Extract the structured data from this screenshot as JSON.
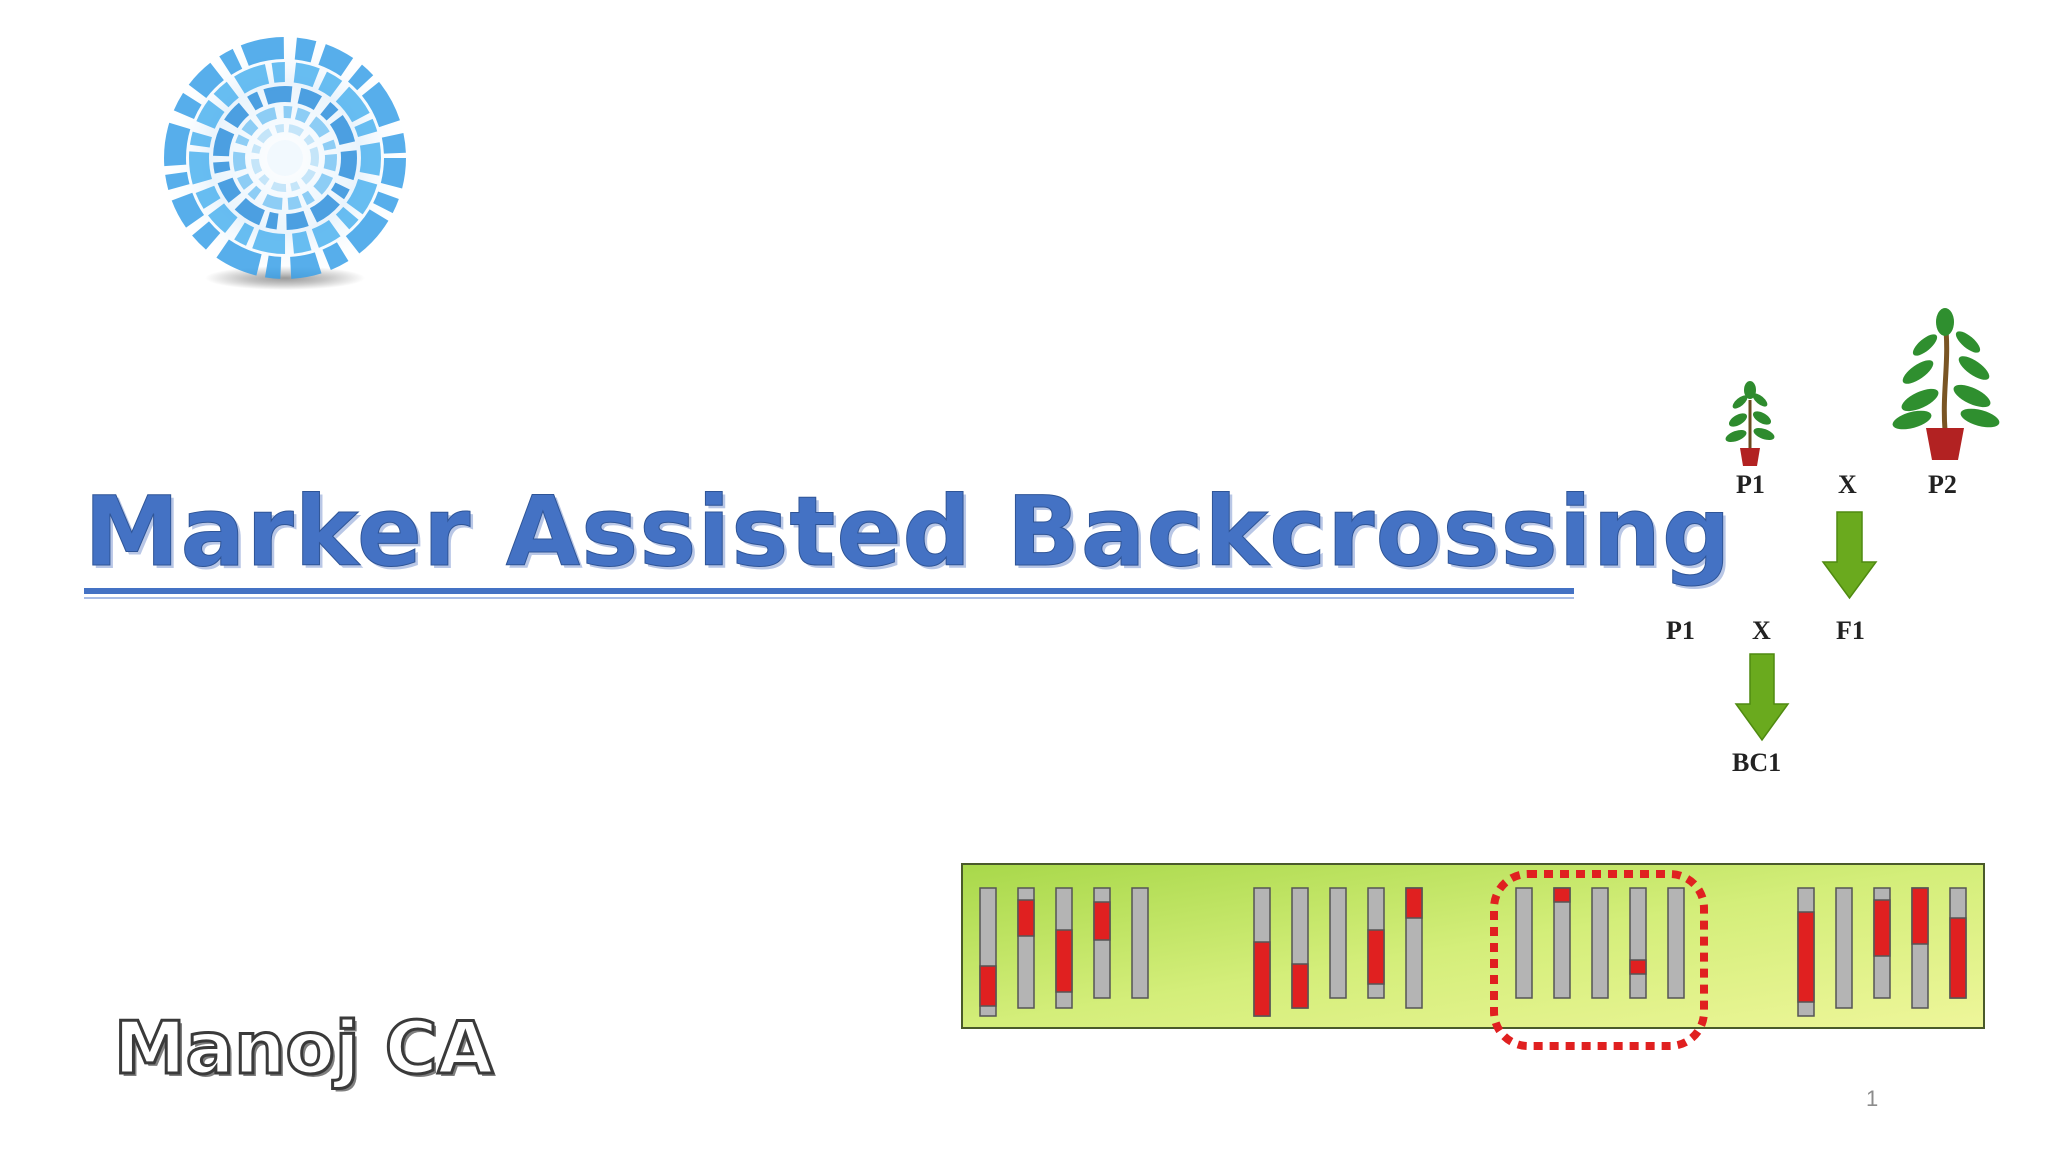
{
  "slide": {
    "title": "Marker Assisted Backcrossing",
    "author": "Manoj CA",
    "page_number": "1"
  },
  "diagram": {
    "cross1": {
      "parent_left": "P1",
      "operator": "X",
      "parent_right": "P2",
      "offspring": "F1"
    },
    "cross2": {
      "parent_left": "P1",
      "operator": "X",
      "offspring": "BC1"
    },
    "icons": [
      "logo-swirl-icon",
      "plant-small-icon",
      "plant-large-icon",
      "arrow-down-icon"
    ],
    "colors": {
      "title": "#4472c4",
      "arrow": "#6aaa1e",
      "chromosome_red": "#e02020",
      "chromosome_gray": "#b4b4b4",
      "panel_green": "#c9e86a",
      "selection_box": "#e02020"
    }
  }
}
